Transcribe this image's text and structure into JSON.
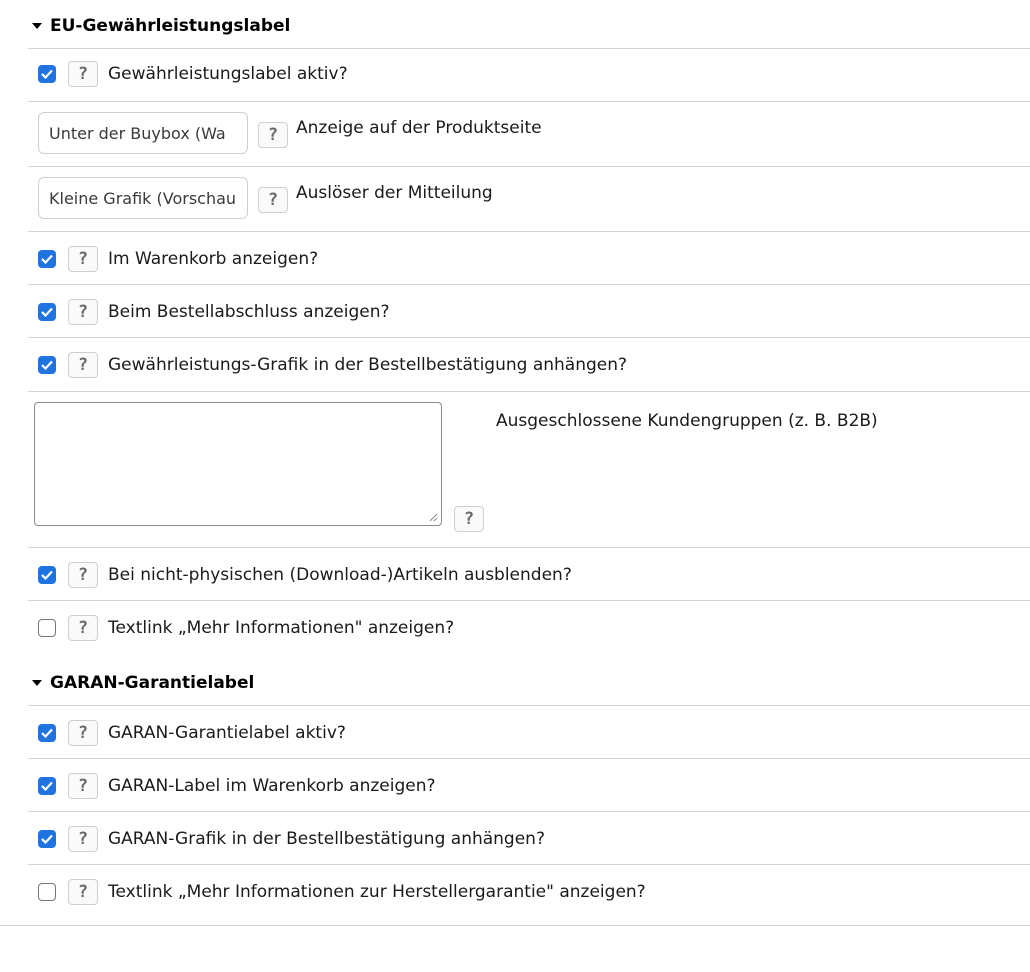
{
  "section1": {
    "title": "EU-Gewährleistungslabel",
    "checkbox_active": {
      "label": "Gewährleistungslabel aktiv?",
      "checked": true
    },
    "display_select": {
      "value": "Unter der Buybox (Wa",
      "label": "Anzeige auf der Produktseite"
    },
    "trigger_select": {
      "value": "Kleine Grafik (Vorschau",
      "label": "Auslöser der Mitteilung"
    },
    "checkbox_cart": {
      "label": "Im Warenkorb anzeigen?",
      "checked": true
    },
    "checkbox_checkout": {
      "label": "Beim Bestellabschluss anzeigen?",
      "checked": true
    },
    "checkbox_confirmation": {
      "label": "Gewährleistungs-Grafik in der Bestellbestätigung anhängen?",
      "checked": true
    },
    "excluded_groups": {
      "label": "Ausgeschlossene Kundengruppen (z. B. B2B)",
      "value": ""
    },
    "checkbox_hide_nonphysical": {
      "label": "Bei nicht-physischen (Download-)Artikeln ausblenden?",
      "checked": true
    },
    "checkbox_textlink": {
      "label": "Textlink „Mehr Informationen\" anzeigen?",
      "checked": false
    }
  },
  "section2": {
    "title": "GARAN-Garantielabel",
    "checkbox_active": {
      "label": "GARAN-Garantielabel aktiv?",
      "checked": true
    },
    "checkbox_cart": {
      "label": "GARAN-Label im Warenkorb anzeigen?",
      "checked": true
    },
    "checkbox_confirmation": {
      "label": "GARAN-Grafik in der Bestellbestätigung anhängen?",
      "checked": true
    },
    "checkbox_textlink": {
      "label": "Textlink „Mehr Informationen zur Herstellergarantie\" anzeigen?",
      "checked": false
    }
  },
  "help_label": "?",
  "colors": {
    "checkbox_checked": "#1f74e0",
    "divider": "#d4d4d4",
    "help_text": "#6a6a6a"
  },
  "icons": {
    "caret": "caret-down-icon",
    "checkmark": "checkmark-icon",
    "help": "help-icon",
    "resize": "resize-grip-icon"
  }
}
